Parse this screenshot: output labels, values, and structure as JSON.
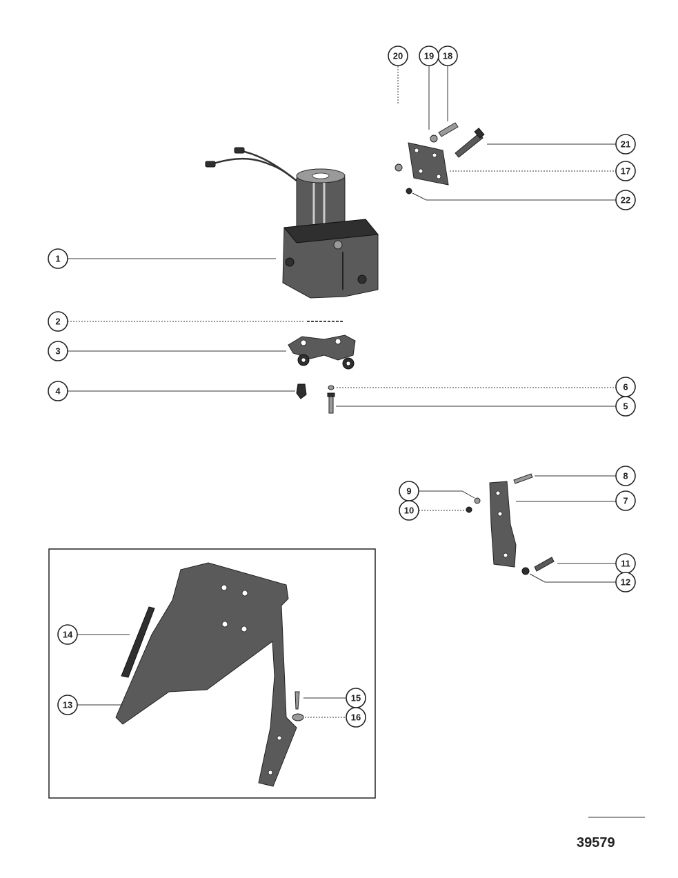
{
  "figure_number": "39579",
  "callouts": {
    "c1": "1",
    "c2": "2",
    "c3": "3",
    "c4": "4",
    "c5": "5",
    "c6": "6",
    "c7": "7",
    "c8": "8",
    "c9": "9",
    "c10": "10",
    "c11": "11",
    "c12": "12",
    "c13": "13",
    "c14": "14",
    "c15": "15",
    "c16": "16",
    "c17": "17",
    "c18": "18",
    "c19": "19",
    "c20": "20",
    "c21": "21",
    "c22": "22"
  }
}
